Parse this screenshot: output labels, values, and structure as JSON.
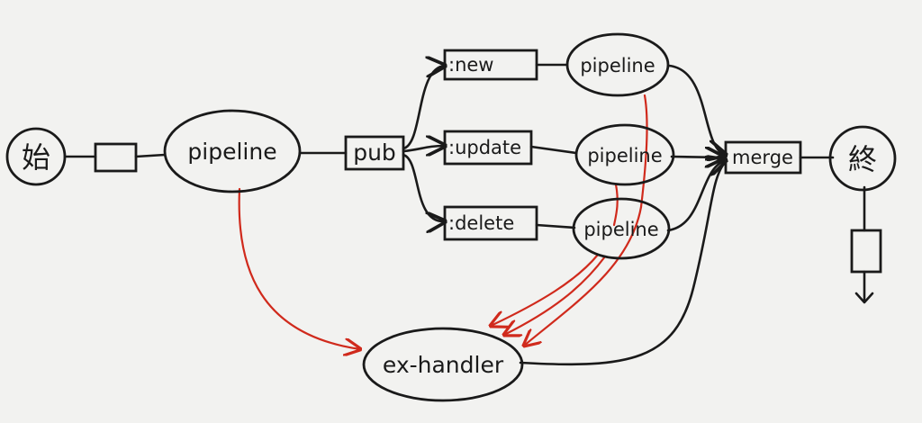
{
  "diagram": {
    "start_label": "始",
    "end_label": "終",
    "pipeline_main": "pipeline",
    "pub_label": "pub",
    "route_new": ":new",
    "route_update": ":update",
    "route_delete": ":delete",
    "pipeline_new": "pipeline",
    "pipeline_update": "pipeline",
    "pipeline_delete": "pipeline",
    "merge_label": "merge",
    "ex_handler_label": "ex-handler"
  },
  "colors": {
    "ink": "#1a1a1a",
    "error_edge": "#d02a1c",
    "background": "#f2f2f0"
  }
}
